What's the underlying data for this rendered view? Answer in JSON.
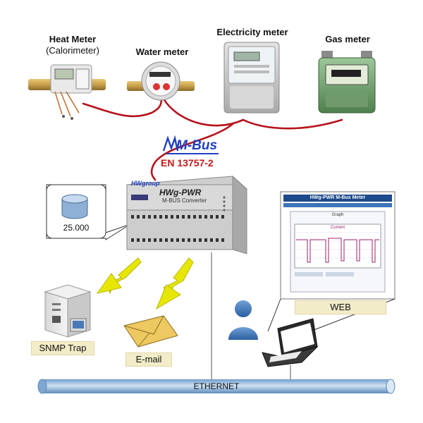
{
  "meters": {
    "heat": {
      "title": "Heat Meter",
      "subtitle": "(Calorimeter)"
    },
    "water": {
      "title": "Water meter"
    },
    "electricity": {
      "title": "Electricity meter"
    },
    "gas": {
      "title": "Gas meter"
    }
  },
  "bus": {
    "name": "M-Bus",
    "standard": "EN 13757-2"
  },
  "device": {
    "brand": "HWgroup",
    "model": "HWg-PWR",
    "subtitle": "M-BUS Converter",
    "storage_value": "25.000"
  },
  "web_screen": {
    "banner": "HWg-PWR M-Bus Meter",
    "graph_title": "Graph",
    "series_label": "Current"
  },
  "outputs": {
    "snmp": "SNMP Trap",
    "email": "E-mail",
    "web": "WEB"
  },
  "network": {
    "label": "ETHERNET"
  },
  "colors": {
    "bus_wire": "#b5121b",
    "mbus_blue": "#1f3fbf",
    "ethernet": "#8cb4d8",
    "arrow": "#e6e600",
    "label_box": "#f3ecc9"
  }
}
